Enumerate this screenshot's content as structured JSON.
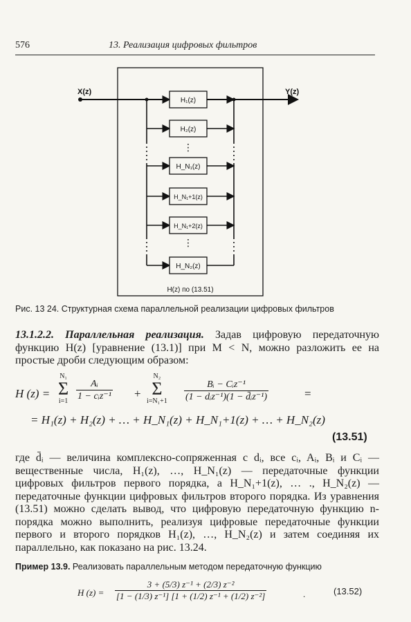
{
  "running_head": {
    "page_number": "576",
    "chapter": "13. Реализация цифровых фильтров"
  },
  "diagram": {
    "input_label": "X(z)",
    "output_label": "Y(z)",
    "blocks": [
      "H₁(z)",
      "H₂(z)",
      "H_N₁(z)",
      "H_N₁+1(z)",
      "H_N₁+2(z)",
      "H_N₂(z)"
    ],
    "vdots": "⋮",
    "frame_label": "H(z) по (13.51)"
  },
  "caption": "Рис. 13 24. Структурная схема параллельной реализации цифровых фильтров",
  "section": {
    "heading": "13.1.2.2. Параллельная реализация.",
    "text": "Задав цифровую передаточную функцию H(z) [уравнение (13.1)] при M < N, можно разложить ее на простые дроби следующим образом:"
  },
  "formula_1351": {
    "lhs": "H (z) =",
    "sum1_upper": "N₁",
    "sum1_lower": "i=1",
    "frac1_num": "Aᵢ",
    "frac1_den": "1 − cᵢz⁻¹",
    "plus": "+",
    "sum2_upper": "N₂",
    "sum2_lower": "i=N₁+1",
    "frac2_num": "Bᵢ − Cᵢz⁻¹",
    "frac2_den": "(1 − dᵢz⁻¹)(1 − d̄ᵢz⁻¹)",
    "eq": "=",
    "line2": "= H₁(z) + H₂(z) + … + H_N₁(z) + H_N₁+1(z) + … + H_N₂(z)",
    "number": "(13.51)"
  },
  "paragraph_2": "где d̄ᵢ — величина комплексно-сопряженная с dᵢ, все cᵢ, Aᵢ, Bᵢ и Cᵢ — вещественные числа, H₁(z), …, H_N₁(z) — передаточные функции цифровых фильтров первого порядка, а H_N₁+1(z), … ., H_N₂(z) — передаточные функции цифровых фильтров второго порядка. Из уравнения (13.51) можно сделать вывод, что цифровую передаточную функцию n-порядка можно выполнить, реализуя цифровые передаточные функции первого и второго порядков H₁(z), …, H_N₂(z) и затем соединяя их параллельно, как показано на рис. 13.24.",
  "example": {
    "label": "Пример 13.9.",
    "text": "Реализовать параллельным методом передаточную функцию"
  },
  "formula_1352": {
    "lhs": "H (z) =",
    "num": "3 + (5/3) z⁻¹ + (2/3) z⁻²",
    "den": "[1 − (1/3) z⁻¹] [1 + (1/2) z⁻¹ + (1/2) z⁻²]",
    "dot": ".",
    "number": "(13.52)"
  }
}
